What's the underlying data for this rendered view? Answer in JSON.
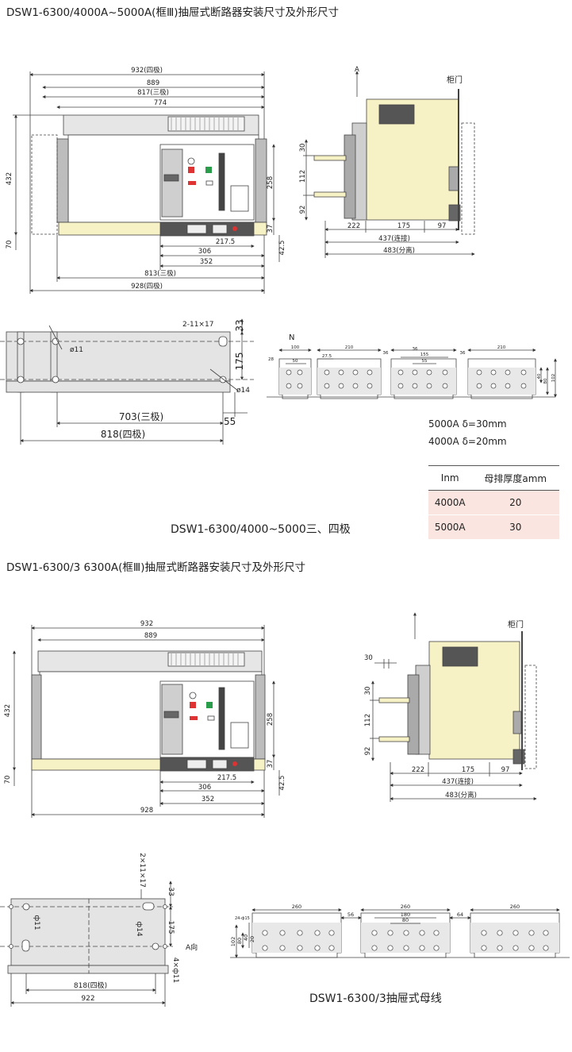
{
  "titles": {
    "top": "DSW1-6300/4000A~5000A(框Ⅲ)抽屉式断路器安装尺寸及外形尺寸",
    "bottom": "DSW1-6300/3 6300A(框Ⅲ)抽屉式断路器安装尺寸及外形尺寸"
  },
  "front1": {
    "dims_top": [
      "932(四极)",
      "889",
      "817(三极)",
      "774"
    ],
    "height": "432",
    "right_dims": [
      "258",
      "37",
      "42.5"
    ],
    "bottom_inner": [
      "217.5",
      "306",
      "352"
    ],
    "dims_bottom": [
      "813(三极)",
      "928(四极)"
    ],
    "left_small": "70"
  },
  "side1": {
    "arrow_label": "A",
    "door_label": "柜门",
    "vert": [
      "30",
      "112",
      "92"
    ],
    "horiz": [
      "222",
      "175",
      "97"
    ],
    "d_connected": "437(连接)",
    "d_separated": "483(分离)"
  },
  "base1": {
    "slot": "2-11×17",
    "hole1": "ø11",
    "hole2": "ø14",
    "v1": "33",
    "v2": "175",
    "d55": "55",
    "d703": "703(三极)",
    "d818": "818(四极)"
  },
  "busbar1": {
    "n_label": "N",
    "dims": [
      "100",
      "50",
      "210",
      "27.5",
      "36",
      "155",
      "55",
      "36",
      "210",
      "40",
      "80",
      "102",
      "28"
    ]
  },
  "thickness_notes": [
    "5000A δ=30mm",
    "4000A δ=20mm"
  ],
  "spec_table": {
    "headers": [
      "Inm",
      "母排厚度amm"
    ],
    "rows": [
      [
        "4000A",
        "20"
      ],
      [
        "5000A",
        "30"
      ]
    ]
  },
  "caption1": "DSW1-6300/4000~5000三、四极",
  "front2": {
    "dims_top": [
      "932",
      "889"
    ],
    "height": "432",
    "right_dims": [
      "258",
      "37",
      "42.5"
    ],
    "bottom_inner": [
      "217.5",
      "306",
      "352"
    ],
    "dims_bottom": [
      "928"
    ],
    "left_small": "70"
  },
  "side2": {
    "door_label": "柜门",
    "top_small": "30",
    "vert": [
      "30",
      "112",
      "92"
    ],
    "horiz": [
      "222",
      "175",
      "97"
    ],
    "d_connected": "437(连接)",
    "d_separated": "483(分离)"
  },
  "base2": {
    "slot": "2×11×17",
    "hole1": "ф11",
    "hole2": "ф14",
    "v1": "33",
    "v2": "175",
    "holes4": "4×ф11",
    "a_dir": "A向",
    "d818": "818(四极)",
    "d922": "922"
  },
  "busbar2": {
    "dims": [
      "260",
      "56",
      "260",
      "180",
      "80",
      "64",
      "260",
      "102",
      "80",
      "40",
      "20",
      "24-ф15"
    ]
  },
  "caption2": "DSW1-6300/3抽屉式母线",
  "colors": {
    "cream": "#f7f2c6",
    "gray": "#cfcfcf",
    "dark": "#555555",
    "pink": "#fbe5e0",
    "red": "#d33",
    "green": "#2a9d4a"
  }
}
